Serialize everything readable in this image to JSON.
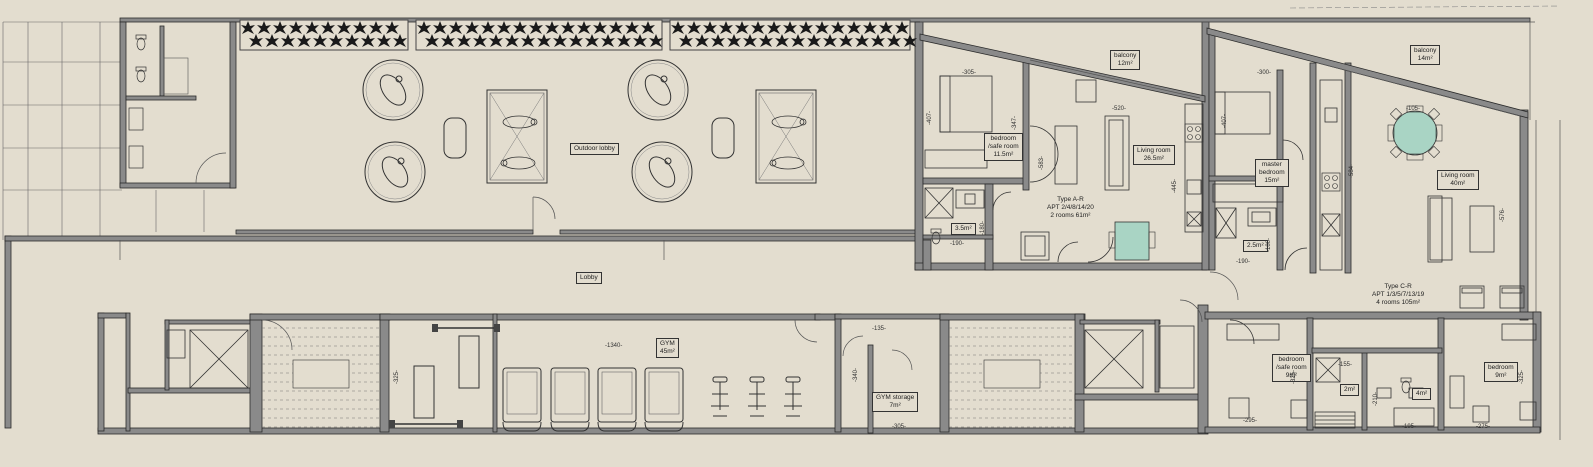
{
  "plan": {
    "colors": {
      "background": "#e3ddcf",
      "wall": "#8a8a8a",
      "wall_outline": "#2a2a2a",
      "line": "#555555",
      "accent_fill": "#a9d4c4",
      "plant": "#1a1a1a"
    },
    "rooms": {
      "outdoor_lobby": "Outdoor lobby",
      "lobby": "Lobby",
      "gym": "GYM",
      "gym_area": "45m²",
      "gym_storage": "GYM storage",
      "gym_storage_area": "7m²",
      "balcony_a": "balcony",
      "balcony_a_area": "12m²",
      "balcony_c": "balcony",
      "balcony_c_area": "14m²",
      "bedroom_a": "bedroom",
      "bedroom_a_sub": "/safe room",
      "bedroom_a_area": "11.5m²",
      "living_a": "Living room",
      "living_a_area": "26.5m²",
      "bath_a_area": "3.5m²",
      "type_a_title": "Type A-R",
      "type_a_apts": "APT 2/4/8/14/20",
      "type_a_size": "2 rooms 61m²",
      "master": "master",
      "master_sub": "bedroom",
      "master_area": "15m²",
      "bath_c_area": "2.5m²",
      "living_c": "Living room",
      "living_c_area": "40m²",
      "type_c_title": "Type C-R",
      "type_c_apts": "APT 1/3/5/7/13/19",
      "type_c_size": "4 rooms 105m²",
      "bedroom_c1": "bedroom",
      "bedroom_c1_sub": "/safe room",
      "bedroom_c1_area": "9m²",
      "bedroom_c2": "bedroom",
      "bedroom_c2_area": "9m²",
      "small_area_1": "2m²",
      "small_area_2": "4m²"
    },
    "dimensions": {
      "gym_width": "-1340-",
      "gym_storage_top": "-135-",
      "gym_storage_side": "-340-",
      "stair_bottom": "-305-",
      "stair_side": "-325-",
      "bedroom_a_top": "-305-",
      "bedroom_a_side": "-347-",
      "bedroom_a_left": "-407-",
      "living_a_top": "-520-",
      "living_a_side": "-583-",
      "apt_a_right": "-445-",
      "bath_a_bottom": "-190-",
      "bath_a_side": "-180-",
      "master_top": "-300-",
      "master_side": "-407-",
      "living_c_side": "-584-",
      "living_c_right": "-576-",
      "bath_c_bottom": "-190-",
      "bath_c_side": "-180-",
      "dining_c": "-105-",
      "bed_c1_bottom": "-295-",
      "bed_c1_side": "-325-",
      "small_c": "-155-",
      "wash_c": "-210-",
      "wash_c_bottom": "-195-",
      "bed_c2_bottom": "-275-",
      "bed_c2_side": "-325-"
    }
  }
}
